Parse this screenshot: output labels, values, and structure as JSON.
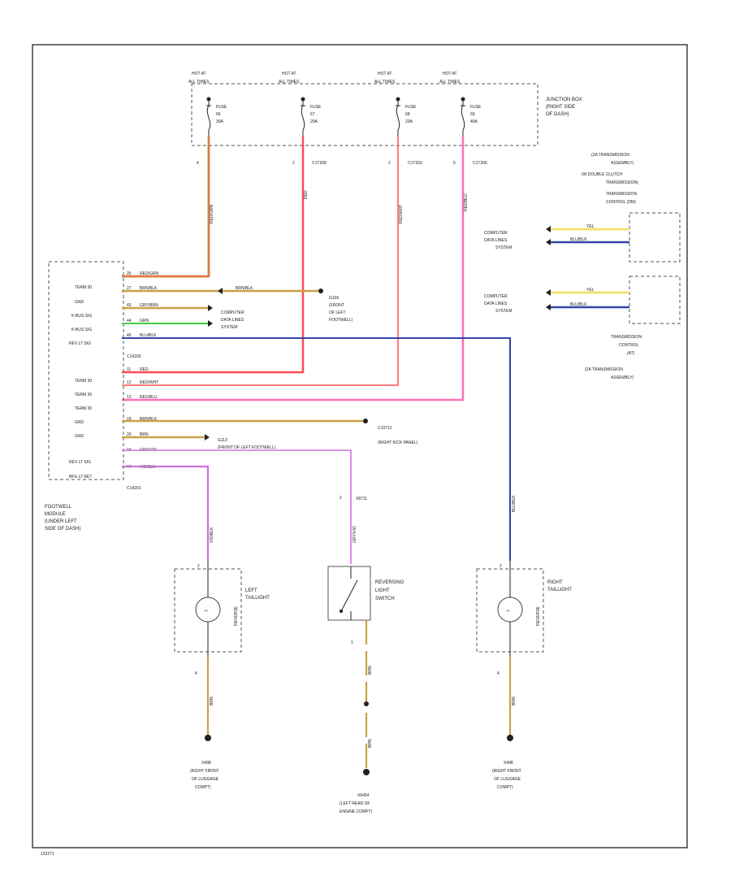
{
  "colors": {
    "red": "#ff4a55",
    "pink": "#ff6fb5",
    "tan": "#c8a24a",
    "yellow": "#f0e060",
    "green": "#44cc44",
    "blue": "#3344aa",
    "violet": "#d070e0",
    "grey": "#777777"
  },
  "junction_box": {
    "label": [
      "JUNCTION BOX",
      "(RIGHT SIDE",
      "OF DASH)"
    ],
    "fuses": [
      {
        "hot": [
          "HOT AT",
          "ALL TIMES"
        ],
        "label": "FUSE",
        "num": "66",
        "amp": "30A",
        "pin": "4",
        "splice": ""
      },
      {
        "hot": [
          "HOT AT",
          "ALL TIMES"
        ],
        "label": "FUSE",
        "num": "67",
        "amp": "20A",
        "pin": "2",
        "splice": "C1T208"
      },
      {
        "hot": [
          "HOT AT",
          "ALL TIMES"
        ],
        "label": "FUSE",
        "num": "68",
        "amp": "20A",
        "pin": "2",
        "splice": "C1T203"
      },
      {
        "hot": [
          "HOT AT",
          "ALL TIMES"
        ],
        "label": "FUSE",
        "num": "69",
        "amp": "40A",
        "pin": "5",
        "splice": "C1T206"
      }
    ]
  },
  "wires": {
    "w1": "RED/GRN",
    "w2": "RED",
    "w3": "RED/WHT",
    "w4": "RED/BLU",
    "w5": "BLU/BLK",
    "w6": "VIO/BLK",
    "w7": "GRY/VIO",
    "w8": "BRN/BLK"
  },
  "footwell": {
    "rows": [
      {
        "label": "TERM 30",
        "pin": "25",
        "wire": "RED/GRN"
      },
      {
        "label": "GND",
        "pin": "27",
        "wire": "BRN/BLK"
      },
      {
        "label": "K-BUS SIG",
        "pin": "43",
        "wire": "GRY/BRN"
      },
      {
        "label": "K-BUS SIG",
        "pin": "44",
        "wire": "GRN"
      },
      {
        "label": "REV LT SIG",
        "pin": "45",
        "wire": "BLU/BLK"
      },
      {
        "label": "TERM 30",
        "pin": "11",
        "wire": "RED"
      },
      {
        "label": "TERM 30",
        "pin": "12",
        "wire": "RED/WHT"
      },
      {
        "label": "TERM 30",
        "pin": "13",
        "wire": "RED/BLU"
      },
      {
        "label": "GND",
        "pin": "18",
        "wire": "BRN/BLK"
      },
      {
        "label": "GND",
        "pin": "20",
        "wire": "BRN"
      },
      {
        "label": "REV LT SIG",
        "pin": "19",
        "wire": "GRY/VIO"
      },
      {
        "label": "BFG LT RET",
        "pin": "47",
        "wire": "VIO/BLK"
      }
    ],
    "connector_a": "C14200",
    "connector_b": "C14201",
    "label": [
      "FOOTWELL",
      "MODULE",
      "(UNDER LEFT",
      "SIDE OF DASH)"
    ]
  },
  "computer_data": [
    "COMPUTER",
    "DATA LINES",
    "SYSTEM"
  ],
  "g106": {
    "id": "G106",
    "desc": [
      "(FRONT",
      "OF LEFT",
      "FOOTWELL)"
    ]
  },
  "g113": {
    "id": "G113",
    "desc": "(FRONT OF LEFT FOOTWELL)"
  },
  "g107": {
    "id": "C10712",
    "desc": "(RIGHT KICK PANEL)"
  },
  "transmission": {
    "top": [
      "(2A TRANSMISSION",
      "ASSEMBLY)",
      "(W DOUBLE CLUTCH",
      "TRANSMISSION)",
      "TRANSMISSION",
      "CONTROL (DM)"
    ],
    "bottom": [
      "TRANSMISSION",
      "CONTROL",
      "(AT)",
      "(2A TRANSMISSION",
      "ASSEMBLY)"
    ],
    "wire_a": "YEL",
    "wire_b": "BLU/BLK"
  },
  "left_tail": {
    "label": [
      "LEFT",
      "TAILLIGHT"
    ],
    "side": "REVERSE",
    "pin_top": "2",
    "pin_bot": "4",
    "wire_top": "VIO/BLK",
    "wire_bot": "BRN"
  },
  "switch": {
    "label": [
      "REVERSING",
      "LIGHT",
      "SWITCH"
    ],
    "pin_top": "2",
    "pin_bot": "1",
    "connector": "X8711",
    "wire_top": "GRY/VIO",
    "wire_bot": "BRN"
  },
  "right_tail": {
    "label": [
      "RIGHT",
      "TAILLIGHT"
    ],
    "side": "REVERSE",
    "pin_top": "2",
    "pin_bot": "4",
    "wire_top": "BLU/BLK",
    "wire_bot": "BRN"
  },
  "grounds": {
    "left": {
      "id": "X498",
      "desc": [
        "(RIGHT FRONT",
        "OF LUGGAGE",
        "COMPT)"
      ]
    },
    "center": {
      "id": "X6454",
      "desc": [
        "(LEFT REAR OF",
        "ENGINE COMPT)"
      ]
    },
    "right": {
      "id": "X498",
      "desc": [
        "(RIGHT FRONT",
        "OF LUGGAGE",
        "COMPT)"
      ]
    }
  },
  "footer": "133271"
}
